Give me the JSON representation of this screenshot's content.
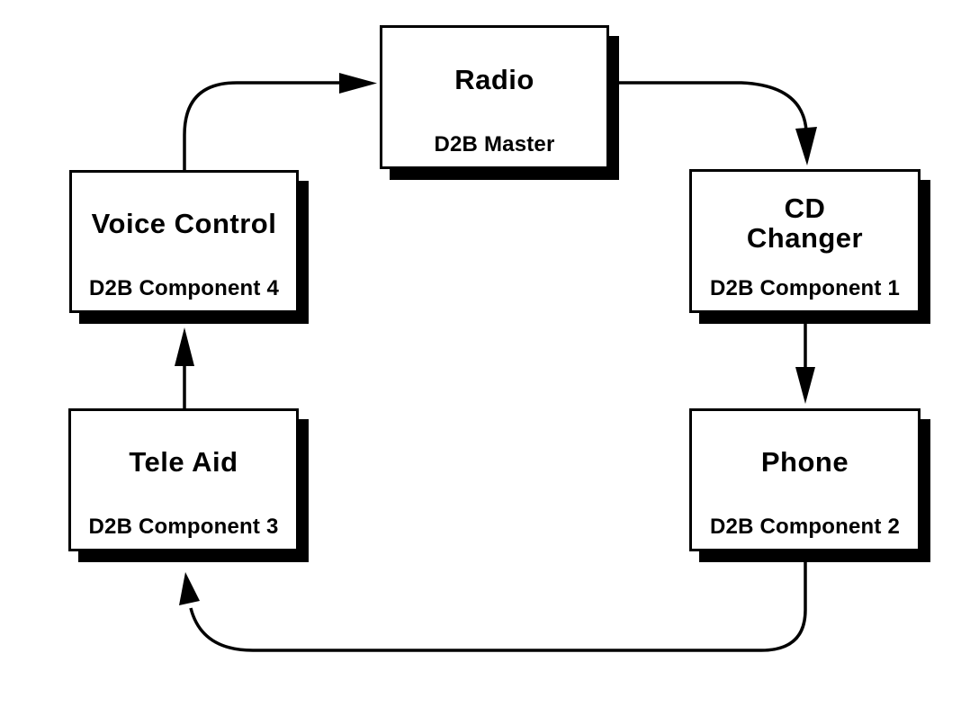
{
  "diagram": {
    "type": "ring-network",
    "nodes": [
      {
        "id": "radio",
        "title": "Radio",
        "subtitle": "D2B Master"
      },
      {
        "id": "cd-changer",
        "title": "CD Changer",
        "subtitle": "D2B Component 1"
      },
      {
        "id": "phone",
        "title": "Phone",
        "subtitle": "D2B Component 2"
      },
      {
        "id": "tele-aid",
        "title": "Tele Aid",
        "subtitle": "D2B Component 3"
      },
      {
        "id": "voice-control",
        "title": "Voice Control",
        "subtitle": "D2B Component 4"
      }
    ],
    "edges": [
      {
        "from": "voice-control",
        "to": "radio"
      },
      {
        "from": "radio",
        "to": "cd-changer"
      },
      {
        "from": "cd-changer",
        "to": "phone"
      },
      {
        "from": "phone",
        "to": "tele-aid"
      },
      {
        "from": "tele-aid",
        "to": "voice-control"
      }
    ],
    "colors": {
      "line": "#000000",
      "box_background": "#ffffff",
      "box_border": "#000000",
      "shadow": "#000000",
      "text": "#000000",
      "page_background": "#ffffff"
    }
  }
}
